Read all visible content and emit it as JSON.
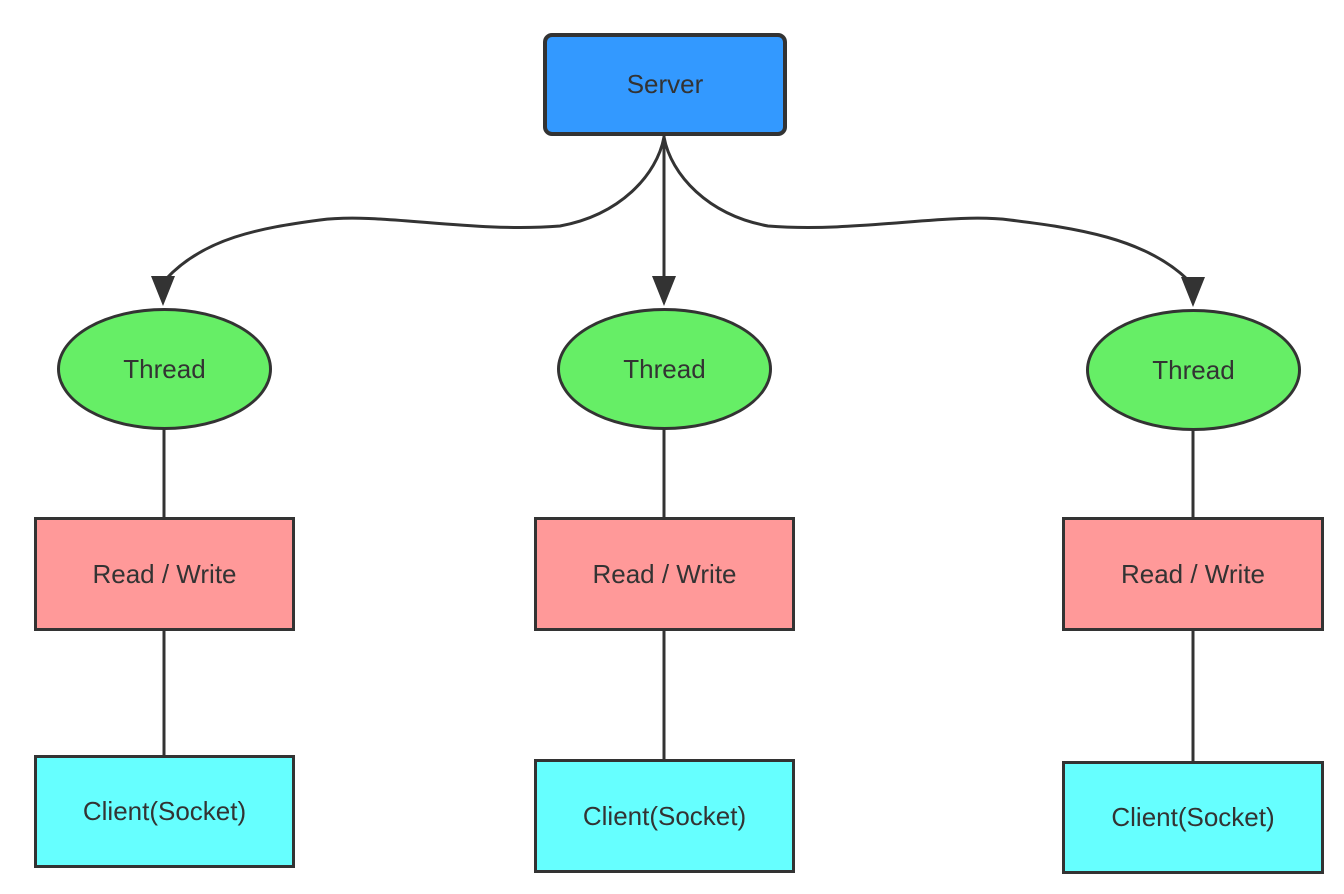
{
  "diagram": {
    "type": "flowchart",
    "background": "#FFFFFF",
    "server": {
      "label": "Server"
    },
    "columns": [
      {
        "thread": "Thread",
        "read_write": "Read / Write",
        "client": "Client(Socket)"
      },
      {
        "thread": "Thread",
        "read_write": "Read / Write",
        "client": "Client(Socket)"
      },
      {
        "thread": "Thread",
        "read_write": "Read / Write",
        "client": "Client(Socket)"
      }
    ],
    "colors": {
      "server_fill": "#3399FF",
      "thread_fill": "#66EE66",
      "read_write_fill": "#FF9999",
      "client_fill": "#66FFFF",
      "stroke": "#333333",
      "text": "#333333"
    },
    "edges": [
      {
        "from": "server",
        "to": "thread-1",
        "arrow": true
      },
      {
        "from": "server",
        "to": "thread-2",
        "arrow": true
      },
      {
        "from": "server",
        "to": "thread-3",
        "arrow": true
      },
      {
        "from": "thread-1",
        "to": "read-write-1",
        "arrow": false
      },
      {
        "from": "thread-2",
        "to": "read-write-2",
        "arrow": false
      },
      {
        "from": "thread-3",
        "to": "read-write-3",
        "arrow": false
      },
      {
        "from": "read-write-1",
        "to": "client-1",
        "arrow": false
      },
      {
        "from": "read-write-2",
        "to": "client-2",
        "arrow": false
      },
      {
        "from": "read-write-3",
        "to": "client-3",
        "arrow": false
      }
    ]
  }
}
